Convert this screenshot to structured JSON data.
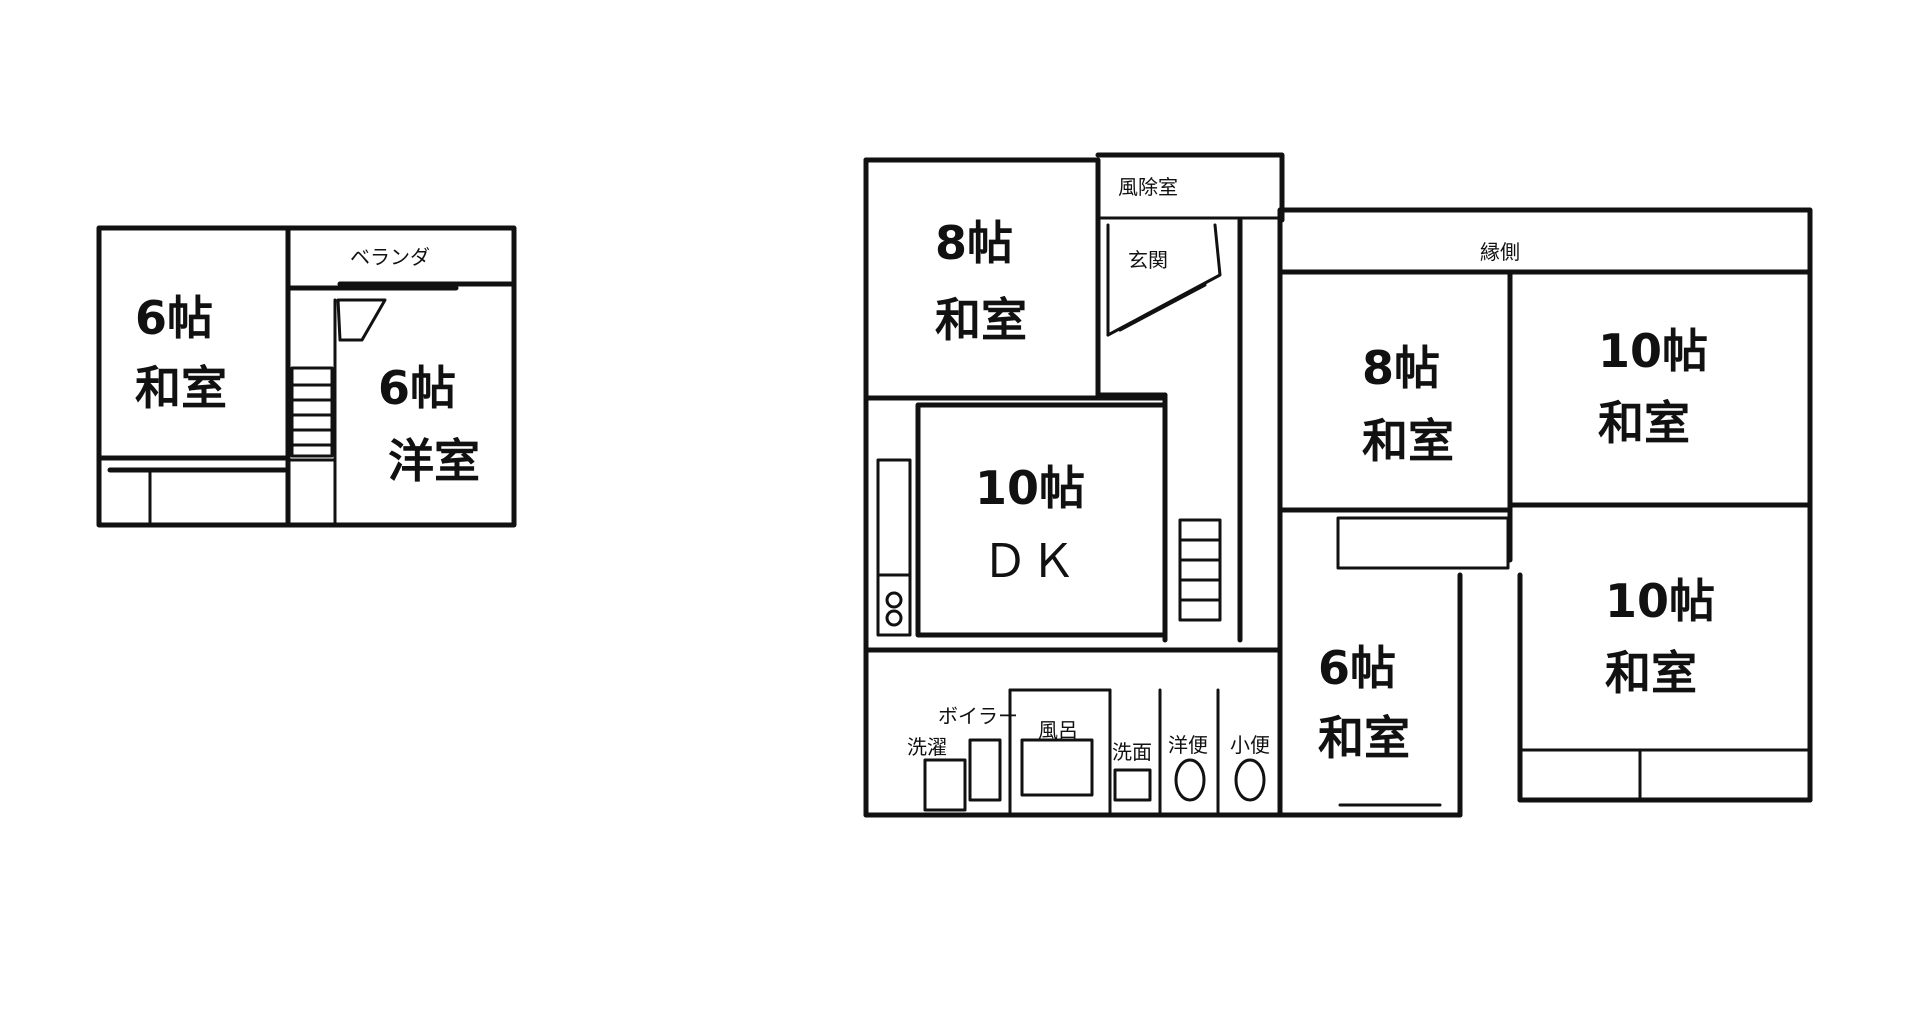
{
  "floor2": {
    "rooms": [
      {
        "id": "west",
        "size": "6帖",
        "type": "和室"
      },
      {
        "id": "east",
        "size": "6帖",
        "type": "洋室"
      }
    ],
    "veranda": "ベランダ"
  },
  "floor1": {
    "fuujoshitsu": "風除室",
    "genkan": "玄関",
    "engawa": "縁側",
    "rooms": [
      {
        "id": "nw",
        "size": "8帖",
        "type": "和室"
      },
      {
        "id": "dk",
        "size": "10帖",
        "type": "ＤＫ"
      },
      {
        "id": "center",
        "size": "8帖",
        "type": "和室"
      },
      {
        "id": "ne",
        "size": "10帖",
        "type": "和室"
      },
      {
        "id": "se",
        "size": "10帖",
        "type": "和室"
      },
      {
        "id": "s",
        "size": "6帖",
        "type": "和室"
      }
    ],
    "boiler": "ボイラー",
    "sentaku": "洗濯",
    "furo": "風呂",
    "senmen": "洗面",
    "youben": "洋便",
    "shouben": "小便"
  }
}
